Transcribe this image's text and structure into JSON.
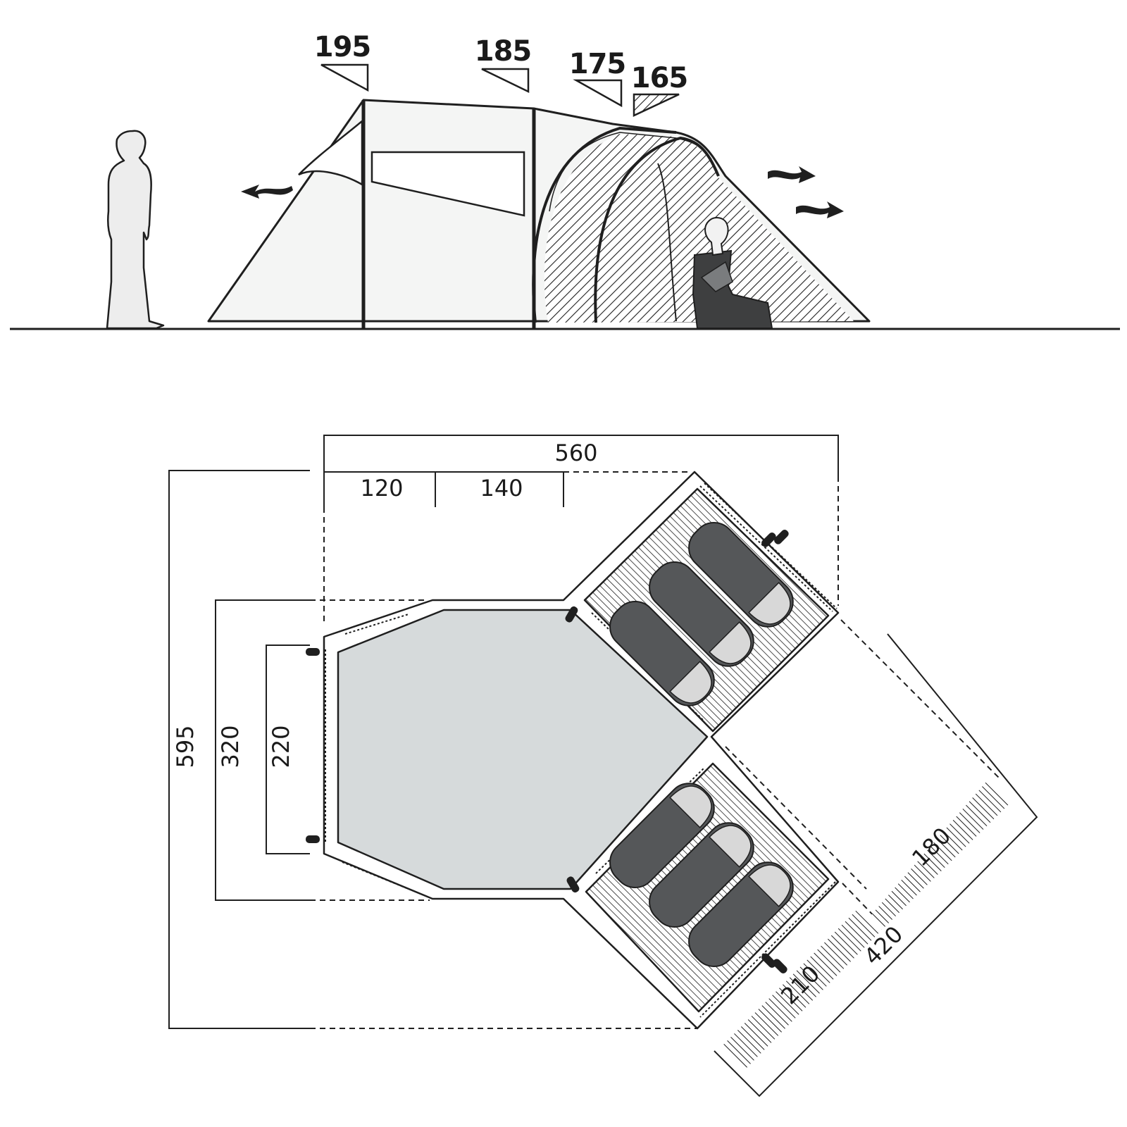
{
  "side_view": {
    "heights": [
      "195",
      "185",
      "175",
      "165"
    ]
  },
  "floor_plan": {
    "overall_width": "560",
    "segment_1": "120",
    "segment_2": "140",
    "overall_depth": "595",
    "living_depth": "320",
    "entrance_width": "220",
    "pod_length": "420",
    "pod_width_outer": "180",
    "pod_width_inner": "210"
  },
  "colors": {
    "line": "#1f1f1f",
    "floor_fill": "#d6dadb",
    "sleeping_bag": "#555759",
    "tent_fill": "#f4f5f4",
    "hatch": "#1f1f1f"
  }
}
